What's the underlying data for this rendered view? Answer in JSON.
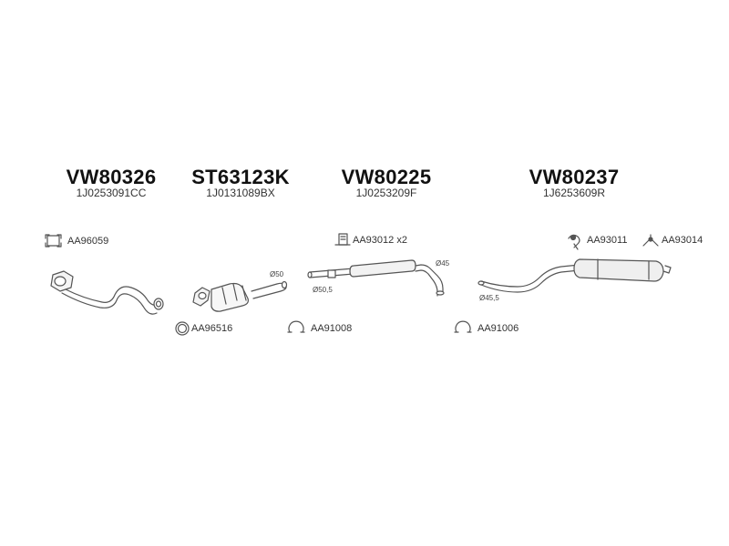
{
  "parts": [
    {
      "code": "VW80326",
      "oe": "1J0253091CC"
    },
    {
      "code": "ST63123K",
      "oe": "1J0131089BX"
    },
    {
      "code": "VW80225",
      "oe": "1J0253209F"
    },
    {
      "code": "VW80237",
      "oe": "1J6253609R"
    }
  ],
  "accessories": {
    "gasket_1": "AA96059",
    "ring_1": "AA96516",
    "clamp_1": "AA91008",
    "bracket_1": "AA93012 x2",
    "clamp_2": "AA91006",
    "hanger_1": "AA93011",
    "hanger_2": "AA93014"
  },
  "dimensions": {
    "d50": "Ø50",
    "d50_5": "Ø50,5",
    "d45": "Ø45",
    "d45_5": "Ø45,5"
  }
}
